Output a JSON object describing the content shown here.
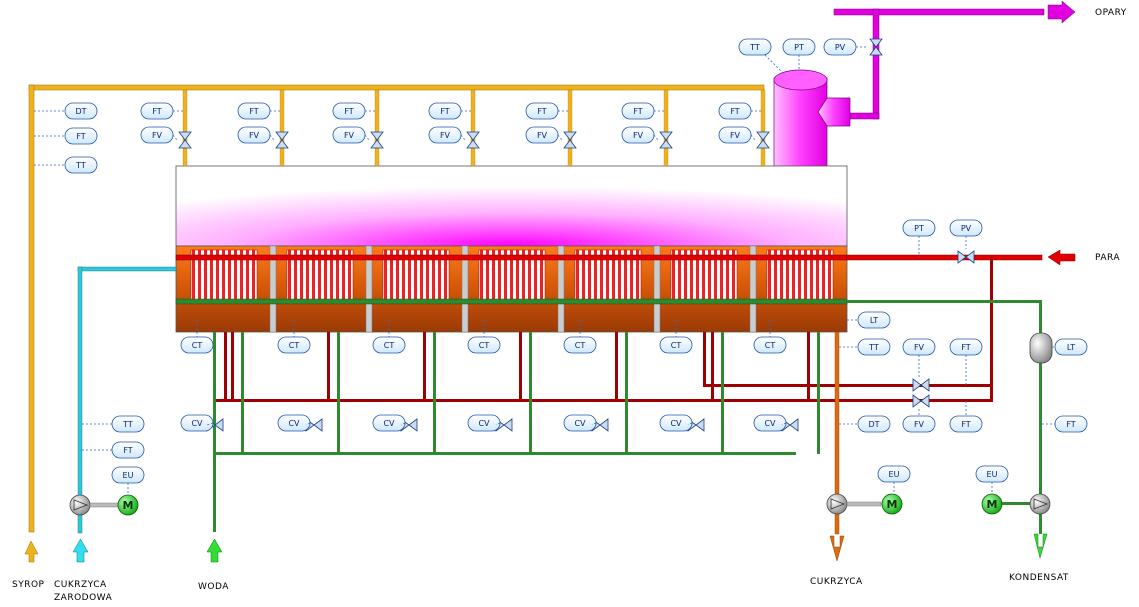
{
  "labels": {
    "opary": "OPARY",
    "para": "PARA",
    "syrop": "SYROP",
    "cukrzyca_zarodowa_1": "CUKRZYCA",
    "cukrzyca_zarodowa_2": "ZARODOWA",
    "woda": "WODA",
    "cukrzyca": "CUKRZYCA",
    "kondensat": "KONDENSAT"
  },
  "tags": {
    "tt": "TT",
    "pt": "PT",
    "pv": "PV",
    "dt": "DT",
    "ft": "FT",
    "fv": "FV",
    "ct": "CT",
    "cv": "CV",
    "lt": "LT",
    "eu": "EU"
  },
  "motor": "M",
  "cells": 7,
  "colors": {
    "syrop_line": "#f0b21c",
    "seed_line": "#30c8d8",
    "water_line": "#2f8a2f",
    "steam_line": "#e00000",
    "vapor_line": "#e000e0",
    "product_line": "#e06a10",
    "condensate_arrow": "#33dd33",
    "tag_fill": "#e6f4ff",
    "tag_stroke": "#2255aa",
    "motor_green": "#22cc22"
  }
}
